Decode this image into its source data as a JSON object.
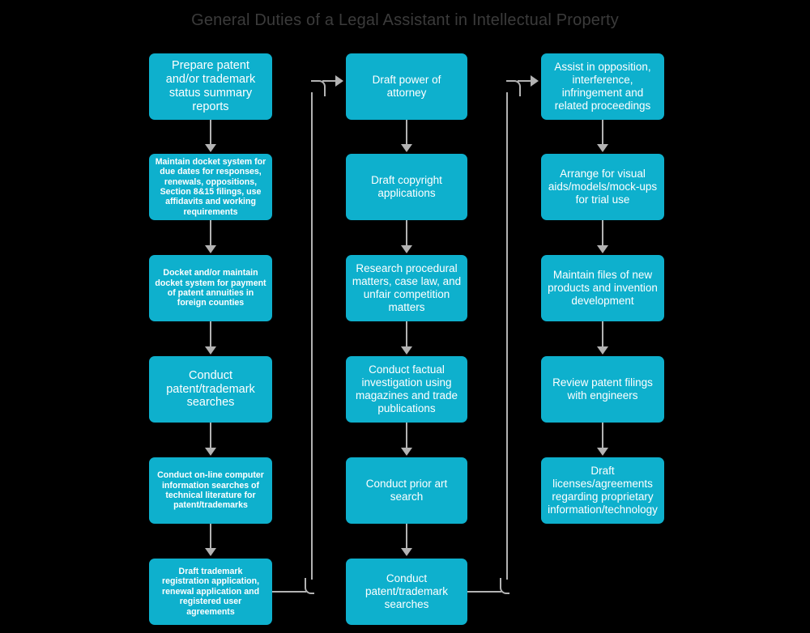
{
  "title": "General Duties of a Legal Assistant in Intellectual Property",
  "colors": {
    "background": "#000000",
    "node_fill": "#0eb0cd",
    "node_text": "#ffffff",
    "connector": "#b3b3b3",
    "title_text": "#3b3b3b"
  },
  "chart_data": {
    "type": "diagram",
    "title": "General Duties of a Legal Assistant in Intellectual Property",
    "layout": "three-column vertical flowchart, columns chained left-to-right",
    "columns": [
      {
        "name": "column-1",
        "nodes": [
          "Prepare patent and/or trademark status summary reports",
          "Maintain docket system for due dates for responses, renewals, oppositions, Section 8&15 filings, use affidavits and working requirements",
          "Docket and/or maintain docket system for payment of patent annuities in foreign counties",
          "Conduct patent/trademark searches",
          "Conduct on-line computer information searches of technical literature for patent/trademarks",
          "Draft trademark registration application, renewal application and registered user agreements"
        ]
      },
      {
        "name": "column-2",
        "nodes": [
          "Draft power of attorney",
          "Draft copyright applications",
          "Research procedural matters, case law, and unfair competition matters",
          "Conduct factual investigation using magazines and trade publications",
          "Conduct prior art search",
          "Conduct patent/trademark searches"
        ]
      },
      {
        "name": "column-3",
        "nodes": [
          "Assist in opposition, interference, infringement and related proceedings",
          "Arrange for visual aids/models/mock-ups for trial use",
          "Maintain files of new products and invention development",
          "Review patent filings with engineers",
          "Draft licenses/agreements regarding proprietary information/technology"
        ]
      }
    ],
    "cross_links": [
      {
        "from": "column-1 last node",
        "to": "column-2 first node"
      },
      {
        "from": "column-2 last node",
        "to": "column-3 first node"
      }
    ]
  },
  "col1": {
    "n1": "Prepare patent and/or trademark status summary reports",
    "n2": "Maintain docket system for due dates for responses, renewals, oppositions, Section 8&15 filings, use affidavits and working requirements",
    "n3": "Docket and/or maintain docket system for payment of patent annuities in foreign counties",
    "n4": "Conduct patent/trademark searches",
    "n5": "Conduct on-line computer information searches of technical literature for patent/trademarks",
    "n6": "Draft trademark registration application, renewal application and registered user agreements"
  },
  "col2": {
    "n1": "Draft power of attorney",
    "n2": "Draft copyright applications",
    "n3": "Research procedural matters, case law, and unfair competition matters",
    "n4": "Conduct factual investigation using magazines and trade publications",
    "n5": "Conduct prior art search",
    "n6": "Conduct patent/trademark searches"
  },
  "col3": {
    "n1": "Assist in opposition, interference, infringement and related proceedings",
    "n2": "Arrange for visual aids/models/mock-ups for trial use",
    "n3": "Maintain files of new products and invention development",
    "n4": "Review patent filings with engineers",
    "n5": "Draft licenses/agreements regarding proprietary information/technology"
  }
}
